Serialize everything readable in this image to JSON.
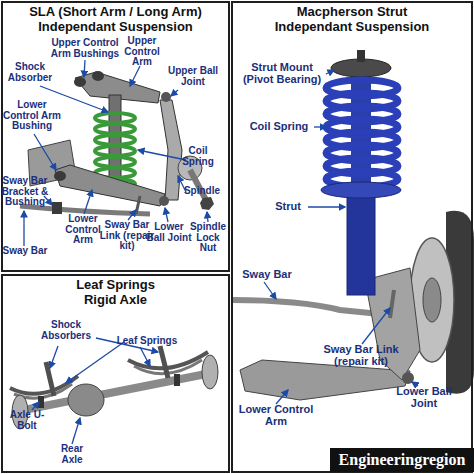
{
  "diagram": {
    "nodes": [
      {
        "text": [
          "SLA (Short Arm / Long Arm) Independant Suspension"
        ]
      },
      {
        "text": [
          "Macpherson Strut Independant Suspension"
        ]
      },
      {
        "text": [
          "Leaf Springs Rigid Axle"
        ]
      }
    ],
    "labels": [
      "Upper Control Arm Bushings",
      "Upper Control Arm",
      "Shock Absorber",
      "Upper Ball Joint",
      "Lower Control Arm Bushing",
      "Coil Spring",
      "Spindle",
      "Sway Bar Bracket & Bushing",
      "Sway Bar",
      "Lower Control Arm",
      "Sway Bar Link (repair kit)",
      "Lower Ball Joint",
      "Spindle Lock Nut",
      "Strut Mount (Pivot Bearing)",
      "Coil Spring",
      "Strut",
      "Sway Bar",
      "Sway Bar Link (repair kit)",
      "Lower Control Arm",
      "Lower Ball Joint",
      "Shock Absorbers",
      "Leaf Springs",
      "Axle U-Bolt",
      "Rear Axle",
      "Engineeringregion"
    ]
  }
}
